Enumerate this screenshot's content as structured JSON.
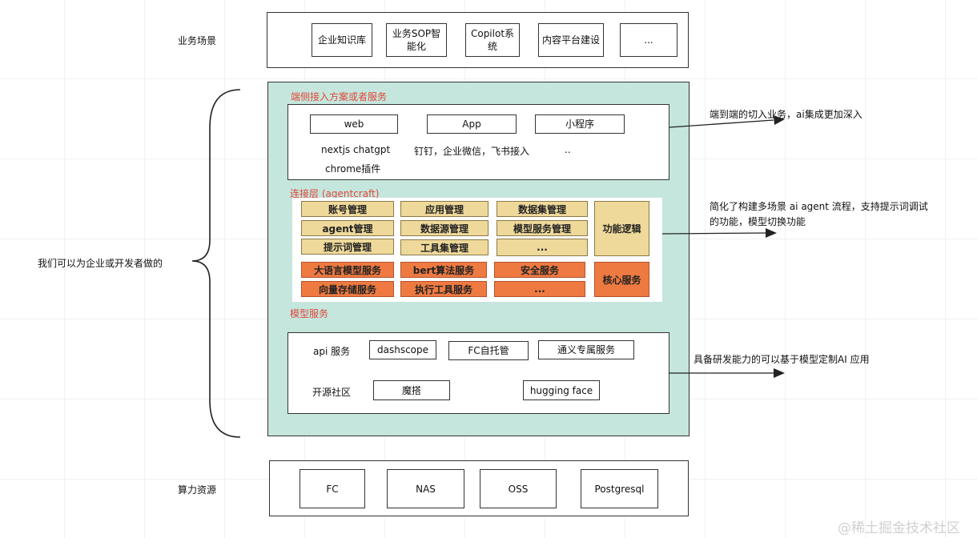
{
  "layers": {
    "business": {
      "label": "业务场景",
      "items": [
        "企业知识库",
        "业务SOP智能化",
        "Copilot系统",
        "内容平台建设",
        "..."
      ]
    },
    "brace_label": "我们可以为企业或开发者做的",
    "client": {
      "title": "端侧接入方案或者服务",
      "buttons": [
        "web",
        "App",
        "小程序"
      ],
      "notes": {
        "web_line1": "nextjs chatgpt",
        "web_line2": "chrome插件",
        "app": "钉钉，企业微信，飞书接入",
        "mini": ".."
      },
      "arrow_note": "端到端的切入业务，ai集成更加深入"
    },
    "connect": {
      "title": "连接层 (agentcraft)",
      "yellow_rows": [
        [
          "账号管理",
          "应用管理",
          "数据集管理"
        ],
        [
          "agent管理",
          "数据源管理",
          "模型服务管理"
        ],
        [
          "提示词管理",
          "工具集管理",
          "..."
        ]
      ],
      "yellow_side": "功能逻辑",
      "orange_rows": [
        [
          "大语言模型服务",
          "bert算法服务",
          "安全服务"
        ],
        [
          "向量存储服务",
          "执行工具服务",
          "..."
        ]
      ],
      "orange_side": "核心服务",
      "arrow_note_line1": "简化了构建多场景 ai agent 流程，支持提示词调试",
      "arrow_note_line2": "的功能，模型切换功能"
    },
    "model": {
      "title": "模型服务",
      "api_label": "api 服务",
      "api_items": [
        "dashscope",
        "FC自托管",
        "通义专属服务"
      ],
      "oss_label": "开源社区",
      "oss_items": [
        "魔搭",
        "hugging face"
      ],
      "arrow_note": "具备研发能力的可以基于模型定制AI 应用"
    },
    "compute": {
      "label": "算力资源",
      "items": [
        "FC",
        "NAS",
        "OSS",
        "Postgresql"
      ]
    }
  },
  "watermark": "@稀土掘金技术社区",
  "colors": {
    "teal": "#c5e6dd",
    "yellow": "#efd99a",
    "orange": "#ee7a42",
    "title_red": "#e0483b"
  }
}
